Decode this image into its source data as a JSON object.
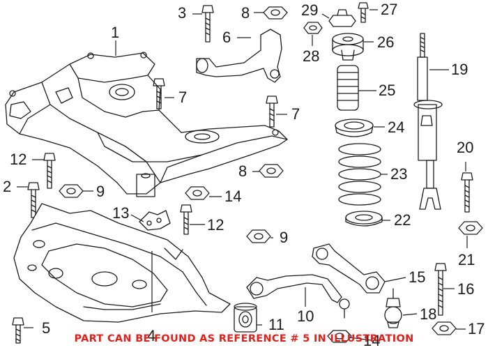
{
  "callouts": {
    "c1": "1",
    "c2": "2",
    "c3": "3",
    "c4": "4",
    "c5": "5",
    "c6": "6",
    "c7a": "7",
    "c7b": "7",
    "c8a": "8",
    "c8b": "8",
    "c9a": "9",
    "c9b": "9",
    "c10": "10",
    "c11": "11",
    "c12a": "12",
    "c12b": "12",
    "c13": "13",
    "c14a": "14",
    "c14b": "14",
    "c15": "15",
    "c16": "16",
    "c17": "17",
    "c18": "18",
    "c19": "19",
    "c20": "20",
    "c21": "21",
    "c22": "22",
    "c23": "23",
    "c24": "24",
    "c25": "25",
    "c26": "26",
    "c27": "27",
    "c28": "28",
    "c29": "29"
  },
  "footer": {
    "note": "PART CAN BE FOUND AS REFERENCE # 5 IN ILLUSTRATION"
  },
  "colors": {
    "line": "#1a1a1a",
    "note": "#e0201b"
  }
}
